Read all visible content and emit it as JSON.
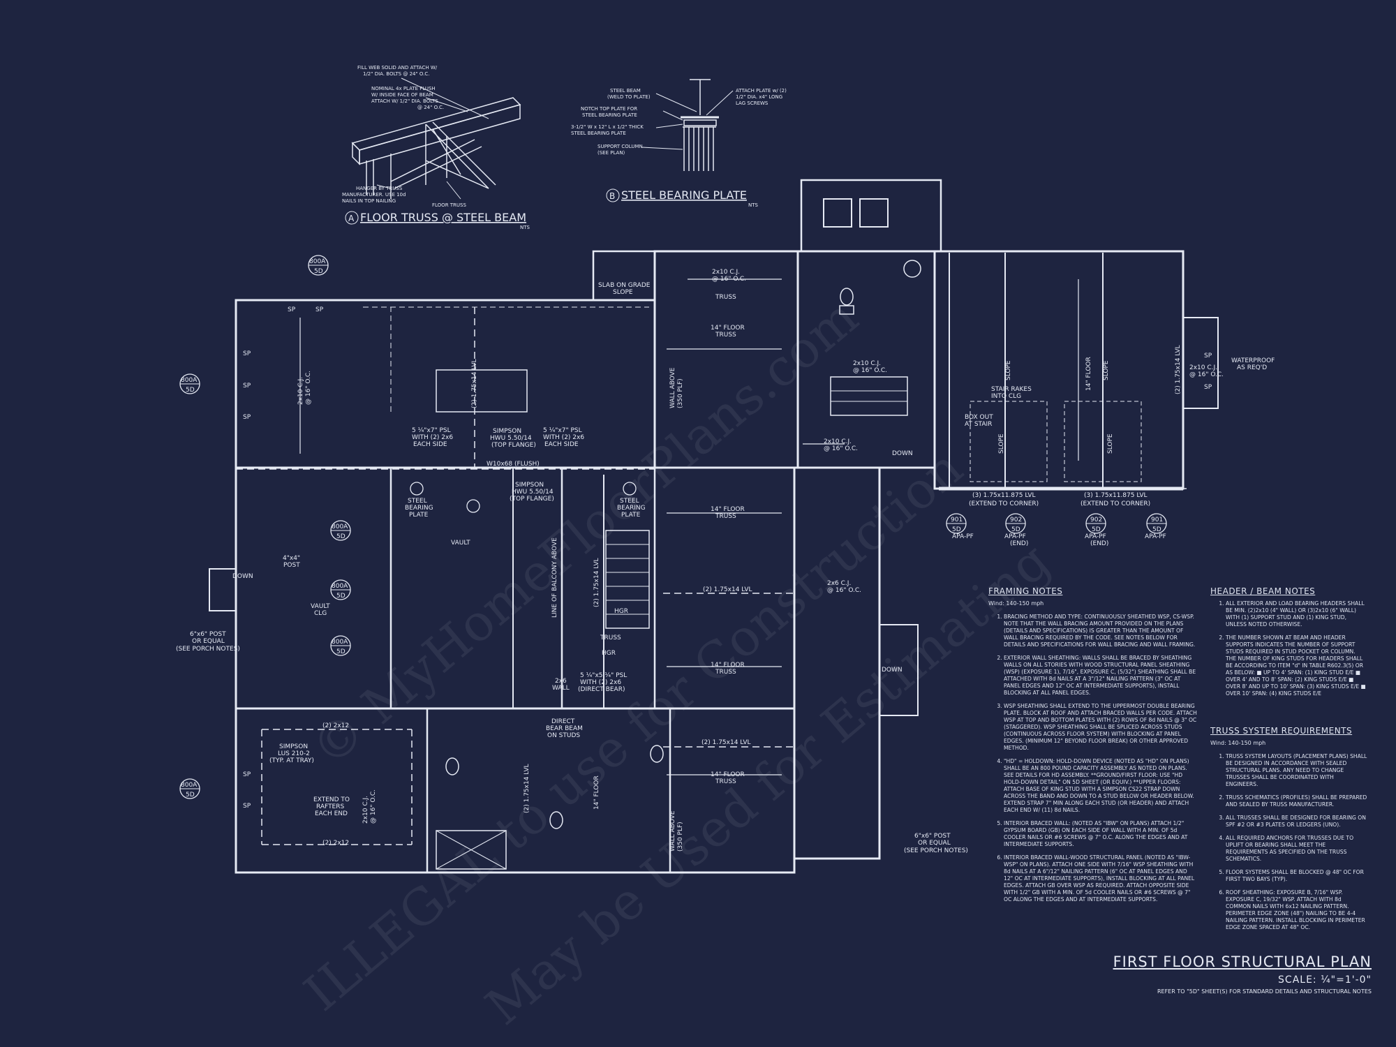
{
  "detail_a": {
    "tag": "A",
    "title": "FLOOR TRUSS @ STEEL BEAM",
    "scale": "NTS",
    "callouts": [
      "FILL WEB SOLID AND ATTACH W/",
      "1/2\" DIA. BOLTS @ 24\" O.C.",
      "NOMINAL 4x PLATE FLUSH",
      "W/ INSIDE FACE OF BEAM",
      "ATTACH W/ 1/2\" DIA. BOLTS",
      "@ 24\" O.C.",
      "HANGER BY TRUSS",
      "MANUFACTURER. USE 10d",
      "NAILS IN TOP NAILING",
      "FLOOR TRUSS"
    ]
  },
  "detail_b": {
    "tag": "B",
    "title": "STEEL BEARING PLATE",
    "scale": "NTS",
    "callouts_left": [
      "STEEL BEAM",
      "(WELD TO PLATE)",
      "NOTCH TOP PLATE FOR",
      "STEEL BEARING PLATE",
      "3-1/2\" W x 12\" L x 1/2\" THICK",
      "STEEL BEARING PLATE",
      "SUPPORT COLUMN",
      "(SEE PLAN)"
    ],
    "callouts_right": [
      "ATTACH PLATE w/ (2)",
      "1/2\" DIA. x4\" LONG",
      "LAG SCREWS"
    ]
  },
  "plan_labels": {
    "slab": "SLAB ON GRADE",
    "slope": "SLOPE",
    "cj_2x10": "2x10 C.J.",
    "oc16": "@ 16\" O.C.",
    "truss": "TRUSS",
    "floor_truss_14": "14\" FLOOR",
    "vault": "VAULT",
    "vault_clg": "VAULT",
    "clg": "CLG",
    "w10": "W10x68 (FLUSH)",
    "psl1": "5 ¼\"x7\" PSL",
    "psl1b": "WITH (2) 2x6",
    "psl1c": "EACH SIDE",
    "simpson1": "SIMPSON",
    "simpson1b": "HWU 5.50/14",
    "simpson1c": "(TOP FLANGE)",
    "steel": "STEEL",
    "bearing": "BEARING",
    "plate": "PLATE",
    "post": "4\"x4\"",
    "post_b": "POST",
    "down": "DOWN",
    "lvl1": "(2) 1.75x14 LVL",
    "lvl2": "(3) 1.75x11.875 LVL",
    "extend": "(EXTEND TO CORNER)",
    "box_out": "BOX OUT",
    "at_stair": "AT STAIR",
    "stair_rakes": "STAIR RAKES",
    "into_clg": "INTO CLG",
    "waterproof": "WATERPROOF",
    "as_reqd": "AS REQ'D",
    "post6": "6\"x6\" POST",
    "or_equal": "OR EQUAL",
    "see_porch": "(SEE PORCH NOTES)",
    "tray1": "SIMPSON",
    "tray2": "LUS 210-2",
    "tray3": "(TYP. AT TRAY)",
    "rafters1": "EXTEND TO",
    "rafters2": "RAFTERS",
    "rafters3": "EACH END",
    "two2x12": "(2) 2x12",
    "direct1": "DIRECT",
    "direct2": "BEAR BEAM",
    "direct3": "ON STUDS",
    "psl2": "5 ¼\"x5 ¼\" PSL",
    "psl2b": "WITH (2) 2x6",
    "psl2c": "(DIRECT BEAR)",
    "wall2x6": "2x6",
    "wall": "WALL",
    "balcony": "LINE OF BALCONY ABOVE",
    "hgr": "HGR",
    "cj_2x6": "2x6 C.J.",
    "wall_above": "WALL ABOVE",
    "plf": "(350 PLF)",
    "apa": "APA-PF",
    "end": "(END)",
    "slope_lbl": "SLOPE",
    "sp": "SP",
    "marker_800a": "800A",
    "marker_5d": "5D",
    "marker_901": "901",
    "marker_902": "902"
  },
  "framing_notes": {
    "title": "FRAMING NOTES",
    "wind": "Wind: 140-150 mph",
    "items": [
      "BRACING METHOD AND TYPE: CONTINUOUSLY SHEATHED WSP, CS-WSP. NOTE THAT THE WALL BRACING AMOUNT PROVIDED ON THE PLANS (DETAILS AND SPECIFICATIONS) IS GREATER THAN THE AMOUNT OF WALL BRACING REQUIRED BY THE CODE. SEE NOTES BELOW FOR DETAILS AND SPECIFICATIONS FOR WALL BRACING AND WALL FRAMING.",
      "EXTERIOR WALL SHEATHING: WALLS SHALL BE BRACED BY SHEATHING WALLS ON ALL STORIES WITH WOOD STRUCTURAL PANEL SHEATHING (WSP) (EXPOSURE 1), 7/16\", EXPOSURE C, (5/32\") SHEATHING SHALL BE ATTACHED WITH 8d NAILS AT A 3\"/12\" NAILING PATTERN (3\" OC AT PANEL EDGES AND 12\" OC AT INTERMEDIATE SUPPORTS), INSTALL BLOCKING AT ALL PANEL EDGES.",
      "WSP SHEATHING SHALL EXTEND TO THE UPPERMOST DOUBLE BEARING PLATE. BLOCK AT ROOF AND ATTACH BRACED WALLS PER CODE. ATTACH WSP AT TOP AND BOTTOM PLATES WITH (2) ROWS OF 8d NAILS @ 3\" OC (STAGGERED). WSP SHEATHING SHALL BE SPLICED ACROSS STUDS (CONTINUOUS ACROSS FLOOR SYSTEM) WITH BLOCKING AT PANEL EDGES. (MINIMUM 12\" BEYOND FLOOR BREAK) OR OTHER APPROVED METHOD.",
      "\"HD\" = HOLDOWN: HOLD-DOWN DEVICE (NOTED AS \"HD\" ON PLANS) SHALL BE AN 800 POUND CAPACITY ASSEMBLY AS NOTED ON PLANS. SEE DETAILS FOR HD ASSEMBLY. **GROUND/FIRST FLOOR: USE \"HD HOLD-DOWN DETAIL\" ON 5D SHEET (OR EQUIV.) **UPPER FLOORS: ATTACH BASE OF KING STUD WITH A SIMPSON CS22 STRAP DOWN ACROSS THE BAND AND DOWN TO A STUD BELOW OR HEADER BELOW. EXTEND STRAP 7\" MIN ALONG EACH STUD (OR HEADER) AND ATTACH EACH END W/ (11) 8d NAILS.",
      "INTERIOR BRACED WALL: (NOTED AS \"IBW\" ON PLANS) ATTACH 1/2\" GYPSUM BOARD (GB) ON EACH SIDE OF WALL WITH A MIN. OF 5d COOLER NAILS OR #6 SCREWS @ 7\" O.C. ALONG THE EDGES AND AT INTERMEDIATE SUPPORTS.",
      "INTERIOR BRACED WALL-WOOD STRUCTURAL PANEL (NOTED AS \"IBW-WSP\" ON PLANS). ATTACH ONE SIDE WITH 7/16\" WSP SHEATHING WITH 8d NAILS AT A 6\"/12\" NAILING PATTERN (6\" OC AT PANEL EDGES AND 12\" OC AT INTERMEDIATE SUPPORTS), INSTALL BLOCKING AT ALL PANEL EDGES. ATTACH GB OVER WSP AS REQUIRED. ATTACH OPPOSITE SIDE WITH 1/2\" GB WITH A MIN. OF 5d COOLER NAILS OR #6 SCREWS @ 7\" OC ALONG THE EDGES AND AT INTERMEDIATE SUPPORTS."
    ]
  },
  "header_notes": {
    "title": "HEADER / BEAM NOTES",
    "items": [
      "ALL EXTERIOR AND LOAD BEARING HEADERS SHALL BE MIN. (2)2x10 (4\" WALL) OR (3)2x10 (6\" WALL) WITH (1) SUPPORT STUD AND (1) KING STUD, UNLESS NOTED OTHERWISE.",
      "THE NUMBER SHOWN AT BEAM AND HEADER SUPPORTS INDICATES THE NUMBER OF SUPPORT STUDS REQUIRED IN STUD POCKET OR COLUMN. THE NUMBER OF KING STUDS FOR HEADERS SHALL BE ACCORDING TO ITEM \"d\" IN TABLE R602.3(5) OR AS BELOW: ■ UP TO 4' SPAN: (1) KING STUD E/E ■ OVER 4' AND TO 8' SPAN: (2) KING STUDS E/E ■ OVER 8' AND UP TO 10' SPAN: (3) KING STUDS E/E ■ OVER 10' SPAN: (4) KING STUDS E/E"
    ]
  },
  "truss_notes": {
    "title": "TRUSS SYSTEM REQUIREMENTS",
    "wind": "Wind: 140-150 mph",
    "items": [
      "TRUSS SYSTEM LAYOUTS (PLACEMENT PLANS) SHALL BE DESIGNED IN ACCORDANCE WITH SEALED STRUCTURAL PLANS. ANY NEED TO CHANGE TRUSSES SHALL BE COORDINATED WITH ENGINEERS.",
      "TRUSS SCHEMATICS (PROFILES) SHALL BE PREPARED AND SEALED BY TRUSS MANUFACTURER.",
      "ALL TRUSSES SHALL BE DESIGNED FOR BEARING ON SPF #2 OR #3 PLATES OR LEDGERS (UNO).",
      "ALL REQUIRED ANCHORS FOR TRUSSES DUE TO UPLIFT OR BEARING SHALL MEET THE REQUIREMENTS AS SPECIFIED ON THE TRUSS SCHEMATICS.",
      "FLOOR SYSTEMS SHALL BE BLOCKED @ 48\" OC FOR FIRST TWO BAYS (TYP).",
      "ROOF SHEATHING: EXPOSURE B, 7/16\" WSP. EXPOSURE C, 19/32\" WSP. ATTACH WITH 8d COMMON NAILS WITH 6x12 NAILING PATTERN. PERIMETER EDGE ZONE (48\") NAILING TO BE 4-4 NAILING PATTERN. INSTALL BLOCKING IN PERIMETER EDGE ZONE SPACED AT 48\" OC."
    ]
  },
  "title_block": {
    "title": "FIRST FLOOR STRUCTURAL PLAN",
    "scale": "SCALE: ¼\"=1'-0\"",
    "ref": "REFER TO \"5D\" SHEET(S) FOR STANDARD DETAILS AND STRUCTURAL NOTES"
  },
  "watermark": {
    "line1": "© MyHomeFloorPlans.com",
    "line2": "ILLEGAL to use for Construction",
    "line3": "May be Used for Estimating"
  },
  "colors": {
    "background": "#1e2440",
    "line": "#e6eaf4"
  }
}
